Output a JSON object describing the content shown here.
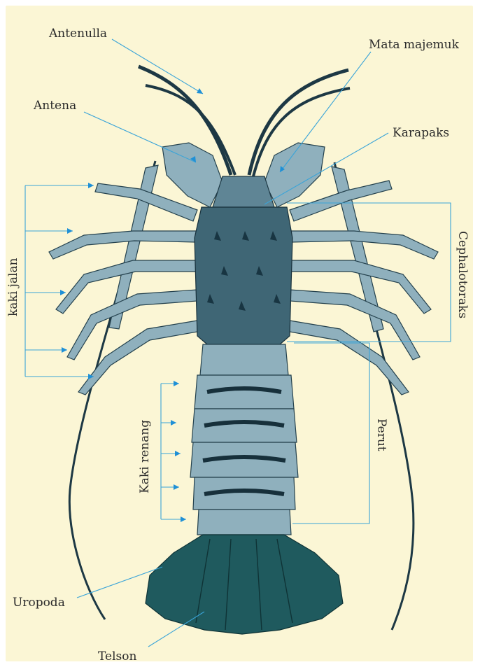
{
  "colors": {
    "panel_background": "#fbf6d5",
    "leader_line": "#3aa4d8",
    "arrowhead": "#1f90d6",
    "lobster_body": "#3f6675",
    "lobster_tail": "#1f5a5e"
  },
  "labels": {
    "antenulla": "Antenulla",
    "mata_majemuk": "Mata majemuk",
    "antena": "Antena",
    "karapaks": "Karapaks",
    "kaki_jalan": "kaki jalan",
    "cephalotoraks": "Cephalotoraks",
    "kaki_renang": "Kaki renang",
    "perut": "Perut",
    "uropoda": "Uropoda",
    "telson": "Telson"
  }
}
